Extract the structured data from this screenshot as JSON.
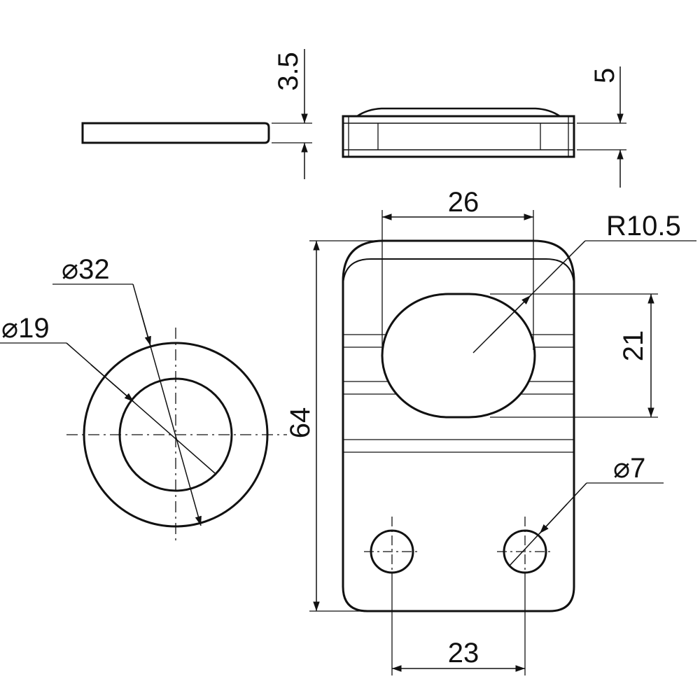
{
  "dimensions": {
    "washer_thickness": "3.5",
    "plate_thickness": "5",
    "slot_width": "26",
    "slot_radius": "R10.5",
    "washer_outer_diameter": "⌀32",
    "washer_inner_diameter": "⌀19",
    "plate_height": "64",
    "slot_height": "21",
    "hole_diameter": "⌀7",
    "hole_spacing": "23"
  },
  "colors": {
    "line": "#111111",
    "background": "#ffffff"
  }
}
